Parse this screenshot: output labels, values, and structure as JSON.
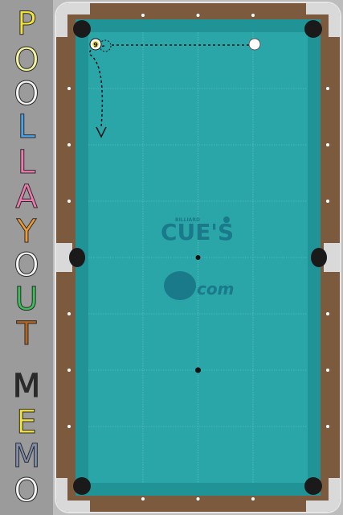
{
  "title": {
    "letters": [
      {
        "char": "P",
        "color": "#f2e23a"
      },
      {
        "char": "O",
        "color": "#f4f4a0"
      },
      {
        "char": "O",
        "color": "#f3f3f3"
      },
      {
        "char": "L",
        "color": "#4da3e8"
      },
      {
        "char": "L",
        "color": "#f07ab0"
      },
      {
        "char": "A",
        "color": "#f07ab0"
      },
      {
        "char": "Y",
        "color": "#f29a30"
      },
      {
        "char": "O",
        "color": "#f3f3f3"
      },
      {
        "char": "U",
        "color": "#3bbf58"
      },
      {
        "char": "T",
        "color": "#b5651d"
      },
      {
        "char": "M",
        "color": "#2a2a2a"
      },
      {
        "char": "E",
        "color": "#f2e23a"
      },
      {
        "char": "M",
        "color": "#7f8fb0"
      },
      {
        "char": "O",
        "color": "#f3f3f3"
      }
    ]
  },
  "table": {
    "logo_small": "BILLIARD",
    "logo_main": "CUE'S",
    "logo_com": "com",
    "ball_label": "9",
    "colors": {
      "felt": "#2aa6a8",
      "cushion": "#1f9395",
      "rail": "#7b5a3e",
      "corner": "#d9d9d9",
      "pocket": "#1a1a1a",
      "logo": "#1a7a8a"
    }
  }
}
